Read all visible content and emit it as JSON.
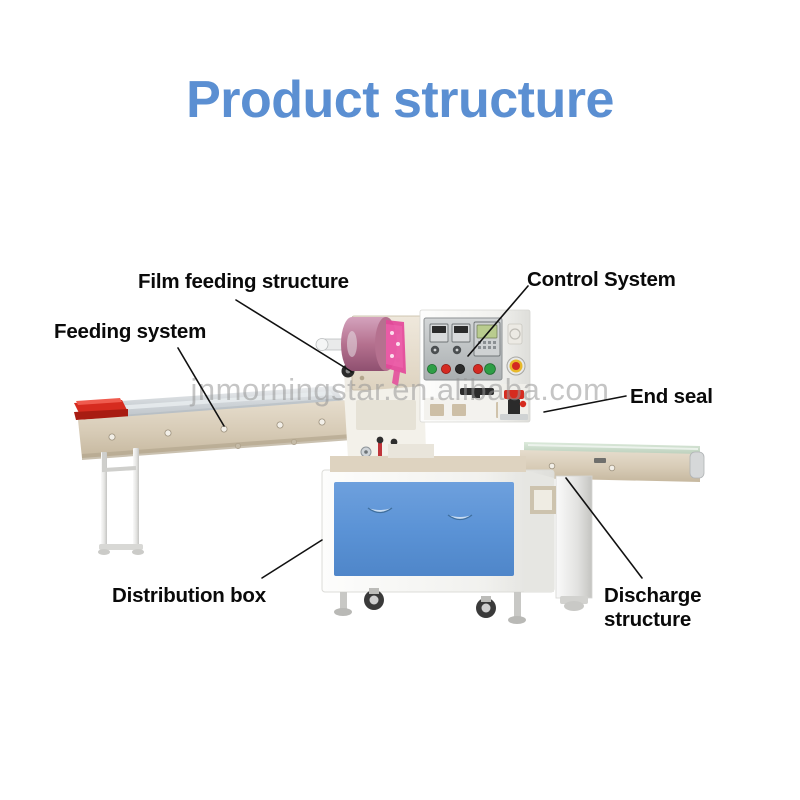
{
  "page": {
    "title": "Product structure",
    "title_color": "#5b8fd2",
    "background_color": "#ffffff",
    "watermark": "jnmorningstar.en.alibaba.com"
  },
  "labels": {
    "film_feeding": "Film feeding structure",
    "feeding_system": "Feeding system",
    "control_system": "Control System",
    "end_seal": "End seal",
    "distribution_box": "Distribution box",
    "discharge_structure": "Discharge\nstructure"
  },
  "machine": {
    "type": "horizontal flow pillow packing machine",
    "colors": {
      "cabinet_blue": "#5b93d6",
      "body_white": "#f4f4f2",
      "frame_beige": "#d9cfbd",
      "belt_silver": "#c9cdd0",
      "belt_green": "#cfe0cf",
      "film_roll_pink": "#c77fa3",
      "accent_red": "#d62b1f",
      "panel_grey": "#b9bcbd",
      "lcd_green": "#b9cc8e"
    },
    "parts": [
      {
        "name": "feeding-conveyor",
        "label_ref": "feeding_system"
      },
      {
        "name": "film-roll",
        "label_ref": "film_feeding"
      },
      {
        "name": "control-panel",
        "label_ref": "control_system"
      },
      {
        "name": "end-seal-unit",
        "label_ref": "end_seal"
      },
      {
        "name": "distribution-cabinet",
        "label_ref": "distribution_box"
      },
      {
        "name": "discharge-conveyor",
        "label_ref": "discharge_structure"
      }
    ],
    "control_panel": {
      "display_count": 2,
      "lcd_screens": 1,
      "button_colors": [
        "#2e9e46",
        "#d42a22",
        "#2b2b2b"
      ],
      "emergency_stop_color": "#e8b92a"
    }
  }
}
